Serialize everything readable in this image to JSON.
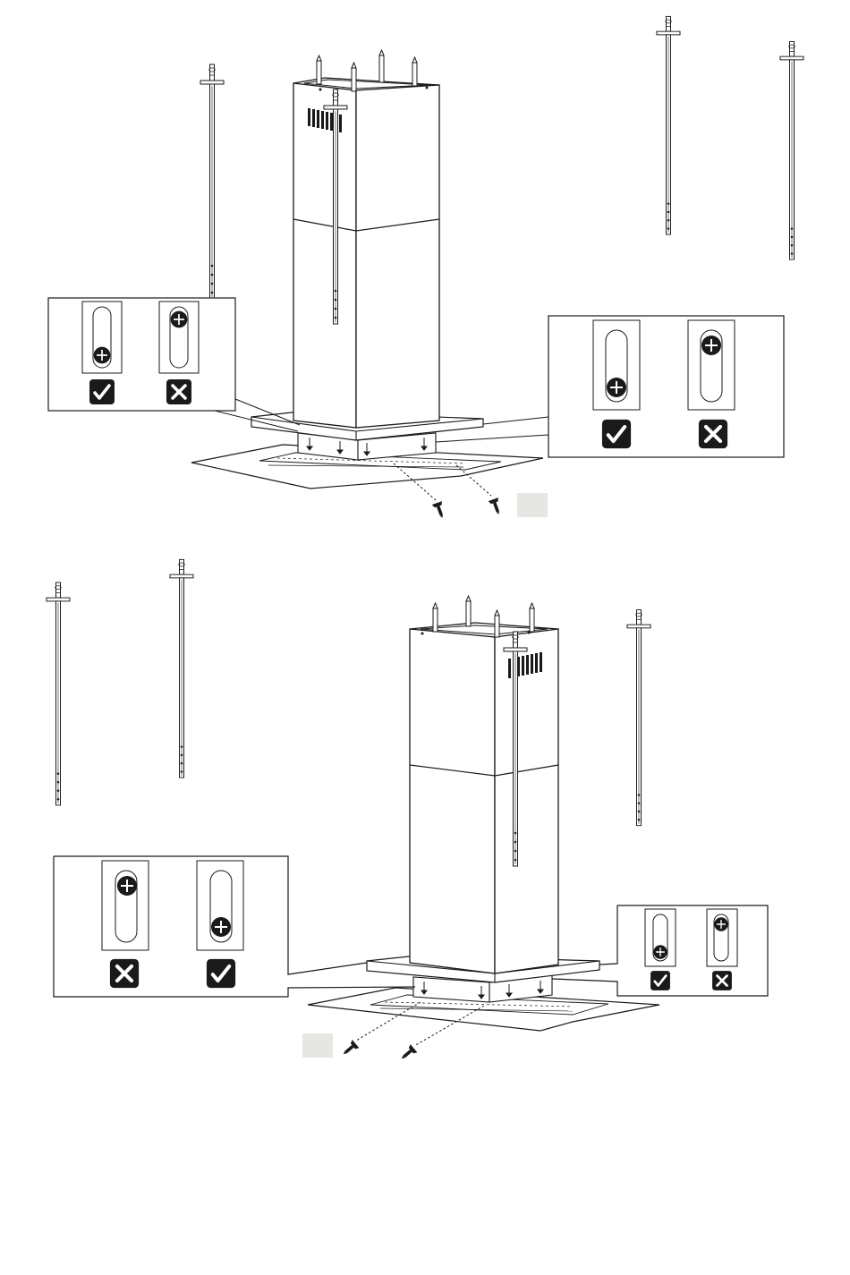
{
  "figure": {
    "steps": [
      {
        "id": "upper",
        "rod_count": 4,
        "detail_panels": [
          {
            "id": "left",
            "order": [
              "check",
              "cross"
            ]
          },
          {
            "id": "right",
            "order": [
              "check",
              "cross"
            ]
          }
        ],
        "screw_count": 2
      },
      {
        "id": "lower",
        "rod_count": 4,
        "detail_panels": [
          {
            "id": "left",
            "order": [
              "cross",
              "check"
            ]
          },
          {
            "id": "right",
            "order": [
              "check",
              "cross"
            ]
          }
        ],
        "screw_count": 2
      }
    ],
    "icons": {
      "correct": "check-mark-icon",
      "incorrect": "cross-mark-icon",
      "screw": "screw-icon",
      "rod": "threaded-rod-icon"
    },
    "colors": {
      "line": "#1a1a1a",
      "badge": "#1a1a1a",
      "step_label_box": "#e6e6e3",
      "background": "#ffffff"
    }
  }
}
